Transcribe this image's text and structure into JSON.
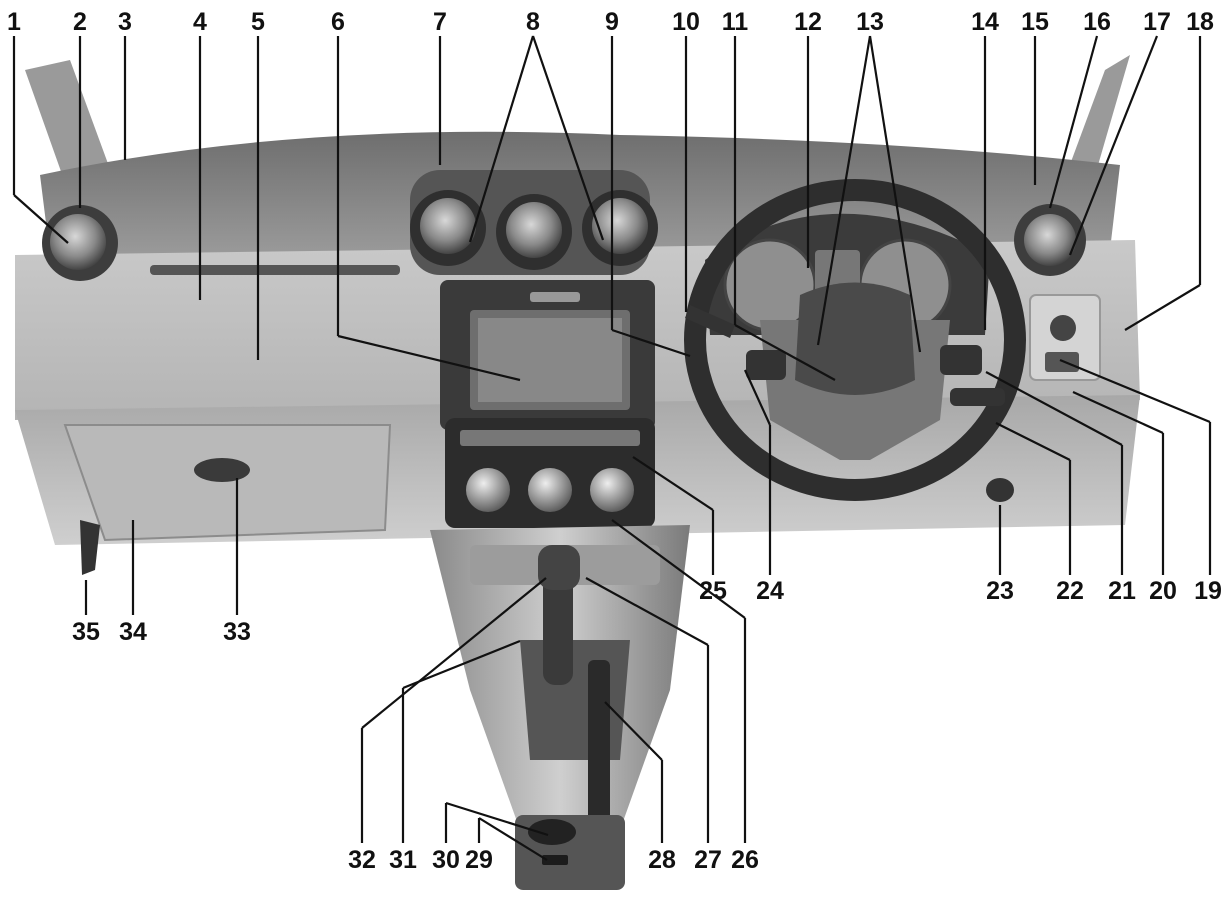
{
  "diagram": {
    "callouts": [
      "1",
      "2",
      "3",
      "4",
      "5",
      "6",
      "7",
      "8",
      "9",
      "10",
      "11",
      "12",
      "13",
      "14",
      "15",
      "16",
      "17",
      "18",
      "19",
      "20",
      "21",
      "22",
      "23",
      "24",
      "25",
      "26",
      "27",
      "28",
      "29",
      "30",
      "31",
      "32",
      "33",
      "34",
      "35"
    ]
  }
}
